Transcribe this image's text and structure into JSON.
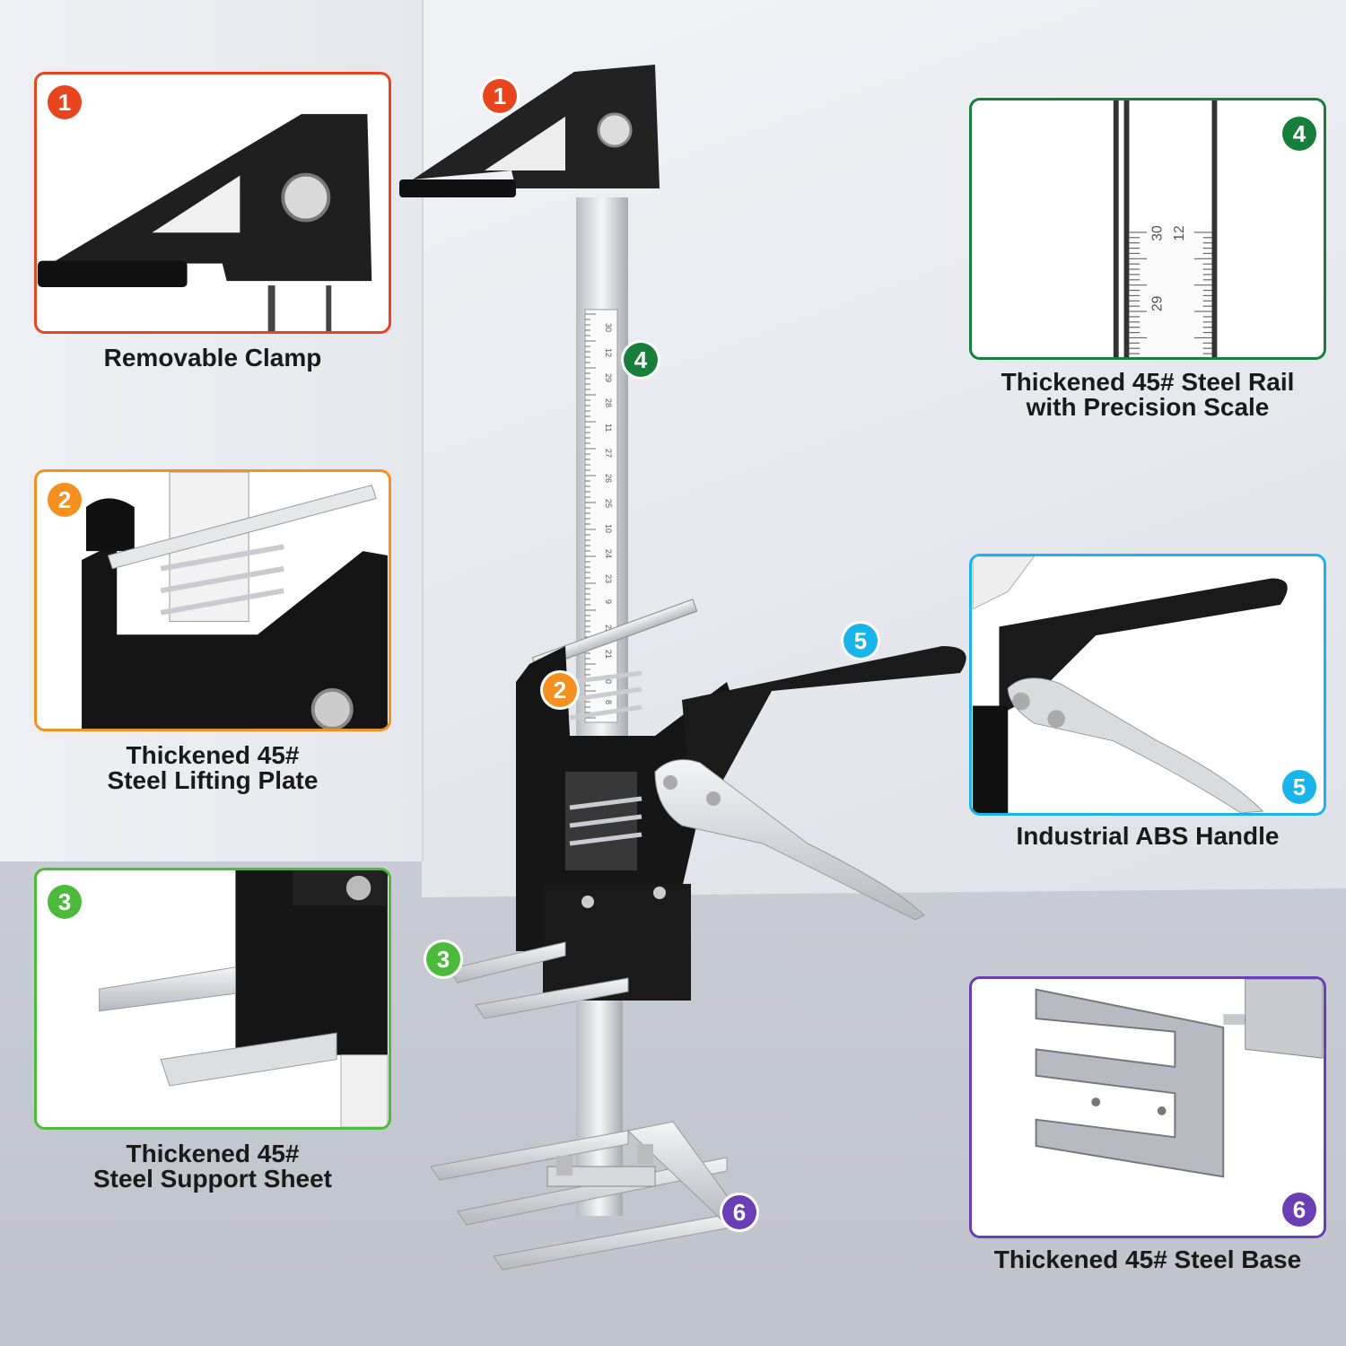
{
  "colors": {
    "red": "#e8441d",
    "orange": "#f5901e",
    "green_light": "#4cbb3c",
    "green_dark": "#177e3c",
    "cyan": "#19b4ea",
    "purple": "#6a3fb5"
  },
  "callouts": [
    {
      "number": "1",
      "caption": "Removable Clamp",
      "icon": "clamp-closeup"
    },
    {
      "number": "2",
      "caption_line1": "Thickened 45#",
      "caption_line2": "Steel Lifting Plate",
      "icon": "lifting-plate-closeup"
    },
    {
      "number": "3",
      "caption_line1": "Thickened 45#",
      "caption_line2": "Steel Support Sheet",
      "icon": "support-sheet-closeup"
    },
    {
      "number": "4",
      "caption_line1": "Thickened 45# Steel Rail",
      "caption_line2": "with Precision Scale",
      "icon": "scale-rail-closeup"
    },
    {
      "number": "5",
      "caption": "Industrial ABS Handle",
      "icon": "handle-closeup"
    },
    {
      "number": "6",
      "caption": "Thickened 45# Steel Base",
      "icon": "base-closeup"
    }
  ],
  "scale": {
    "closeup_labels": [
      "30",
      "12",
      "29"
    ],
    "rail_labels": [
      "30",
      "12",
      "29",
      "28",
      "11",
      "27",
      "26",
      "25",
      "10",
      "24",
      "23",
      "9",
      "22",
      "21",
      "20",
      "8"
    ]
  }
}
